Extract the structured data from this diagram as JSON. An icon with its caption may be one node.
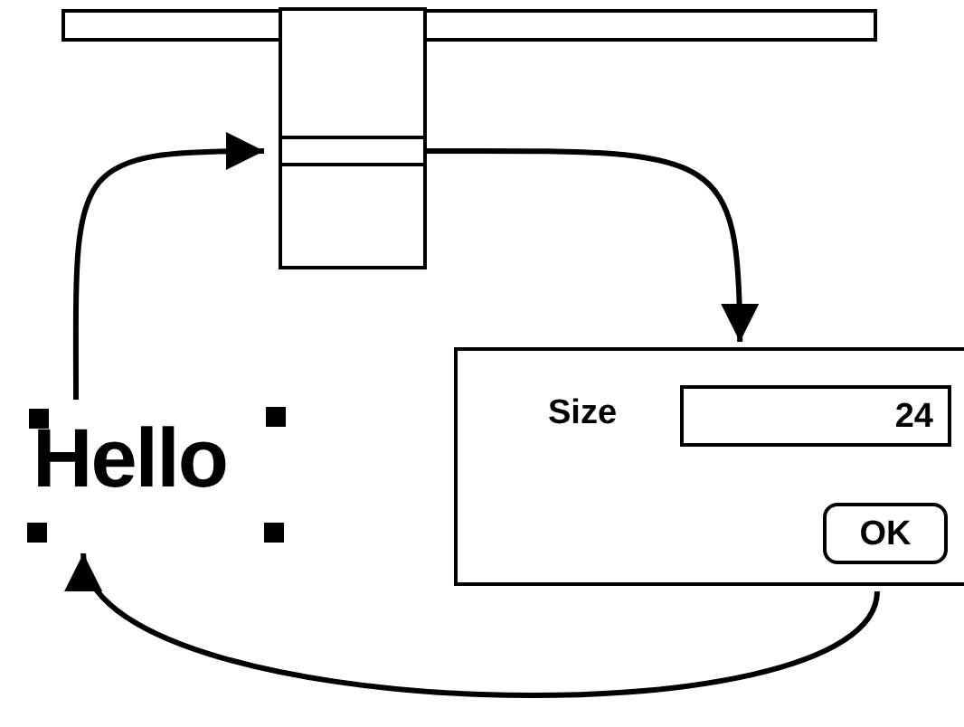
{
  "diagram": {
    "nodes": [
      {
        "text": [],
        "shape": "box"
      },
      {
        "text": [],
        "shape": "box"
      },
      {
        "text": [],
        "shape": "box",
        "in": 1
      },
      {
        "text": [
          "Hello"
        ]
      },
      {
        "text": [
          "Size"
        ]
      },
      {
        "text": [
          "24"
        ],
        "in": 4
      },
      {
        "text": [
          "OK"
        ],
        "in": 4
      }
    ],
    "edges": [
      {
        "from": 3,
        "to": 2,
        "arrow": "to"
      },
      {
        "from": 2,
        "to": 4,
        "arrow": "to"
      },
      {
        "from": 4,
        "to": 3,
        "arrow": "to"
      }
    ]
  }
}
